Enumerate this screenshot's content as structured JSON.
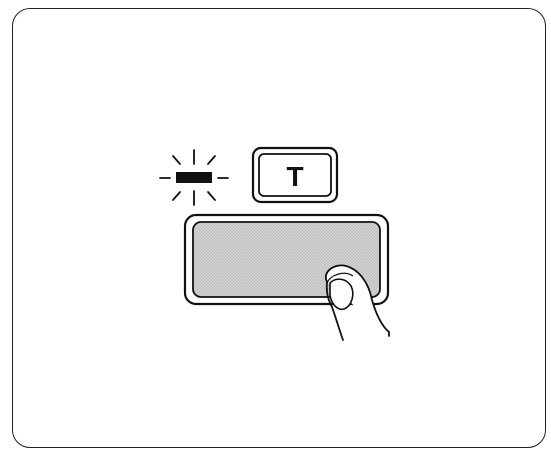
{
  "diagram": {
    "t_button_label": "T",
    "indicator": {
      "state": "blinking",
      "color": "#111111"
    },
    "large_button": {
      "state": "pressed",
      "fill_color": "#c8c8c8"
    },
    "finger": {
      "icon": "pressing-finger-icon"
    }
  }
}
